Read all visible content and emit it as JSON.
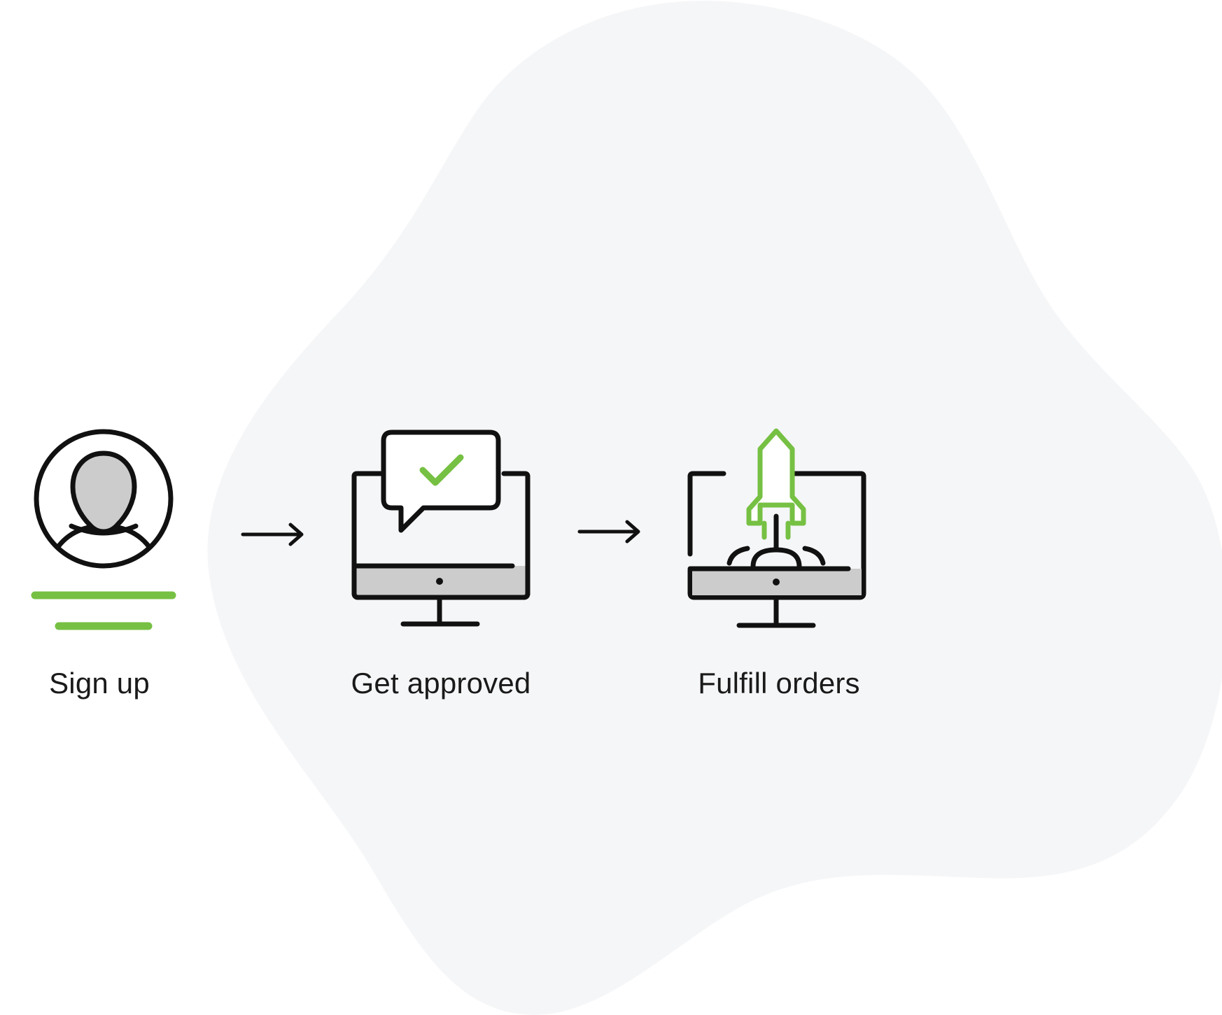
{
  "steps": [
    {
      "label": "Sign up",
      "icon": "user-avatar-icon"
    },
    {
      "label": "Get approved",
      "icon": "monitor-checkmark-icon"
    },
    {
      "label": "Fulfill orders",
      "icon": "monitor-rocket-icon"
    }
  ],
  "colors": {
    "background_blob": "#f5f6f8",
    "accent_green": "#76c043",
    "stroke": "#111111",
    "fill_gray": "#cccccc"
  }
}
